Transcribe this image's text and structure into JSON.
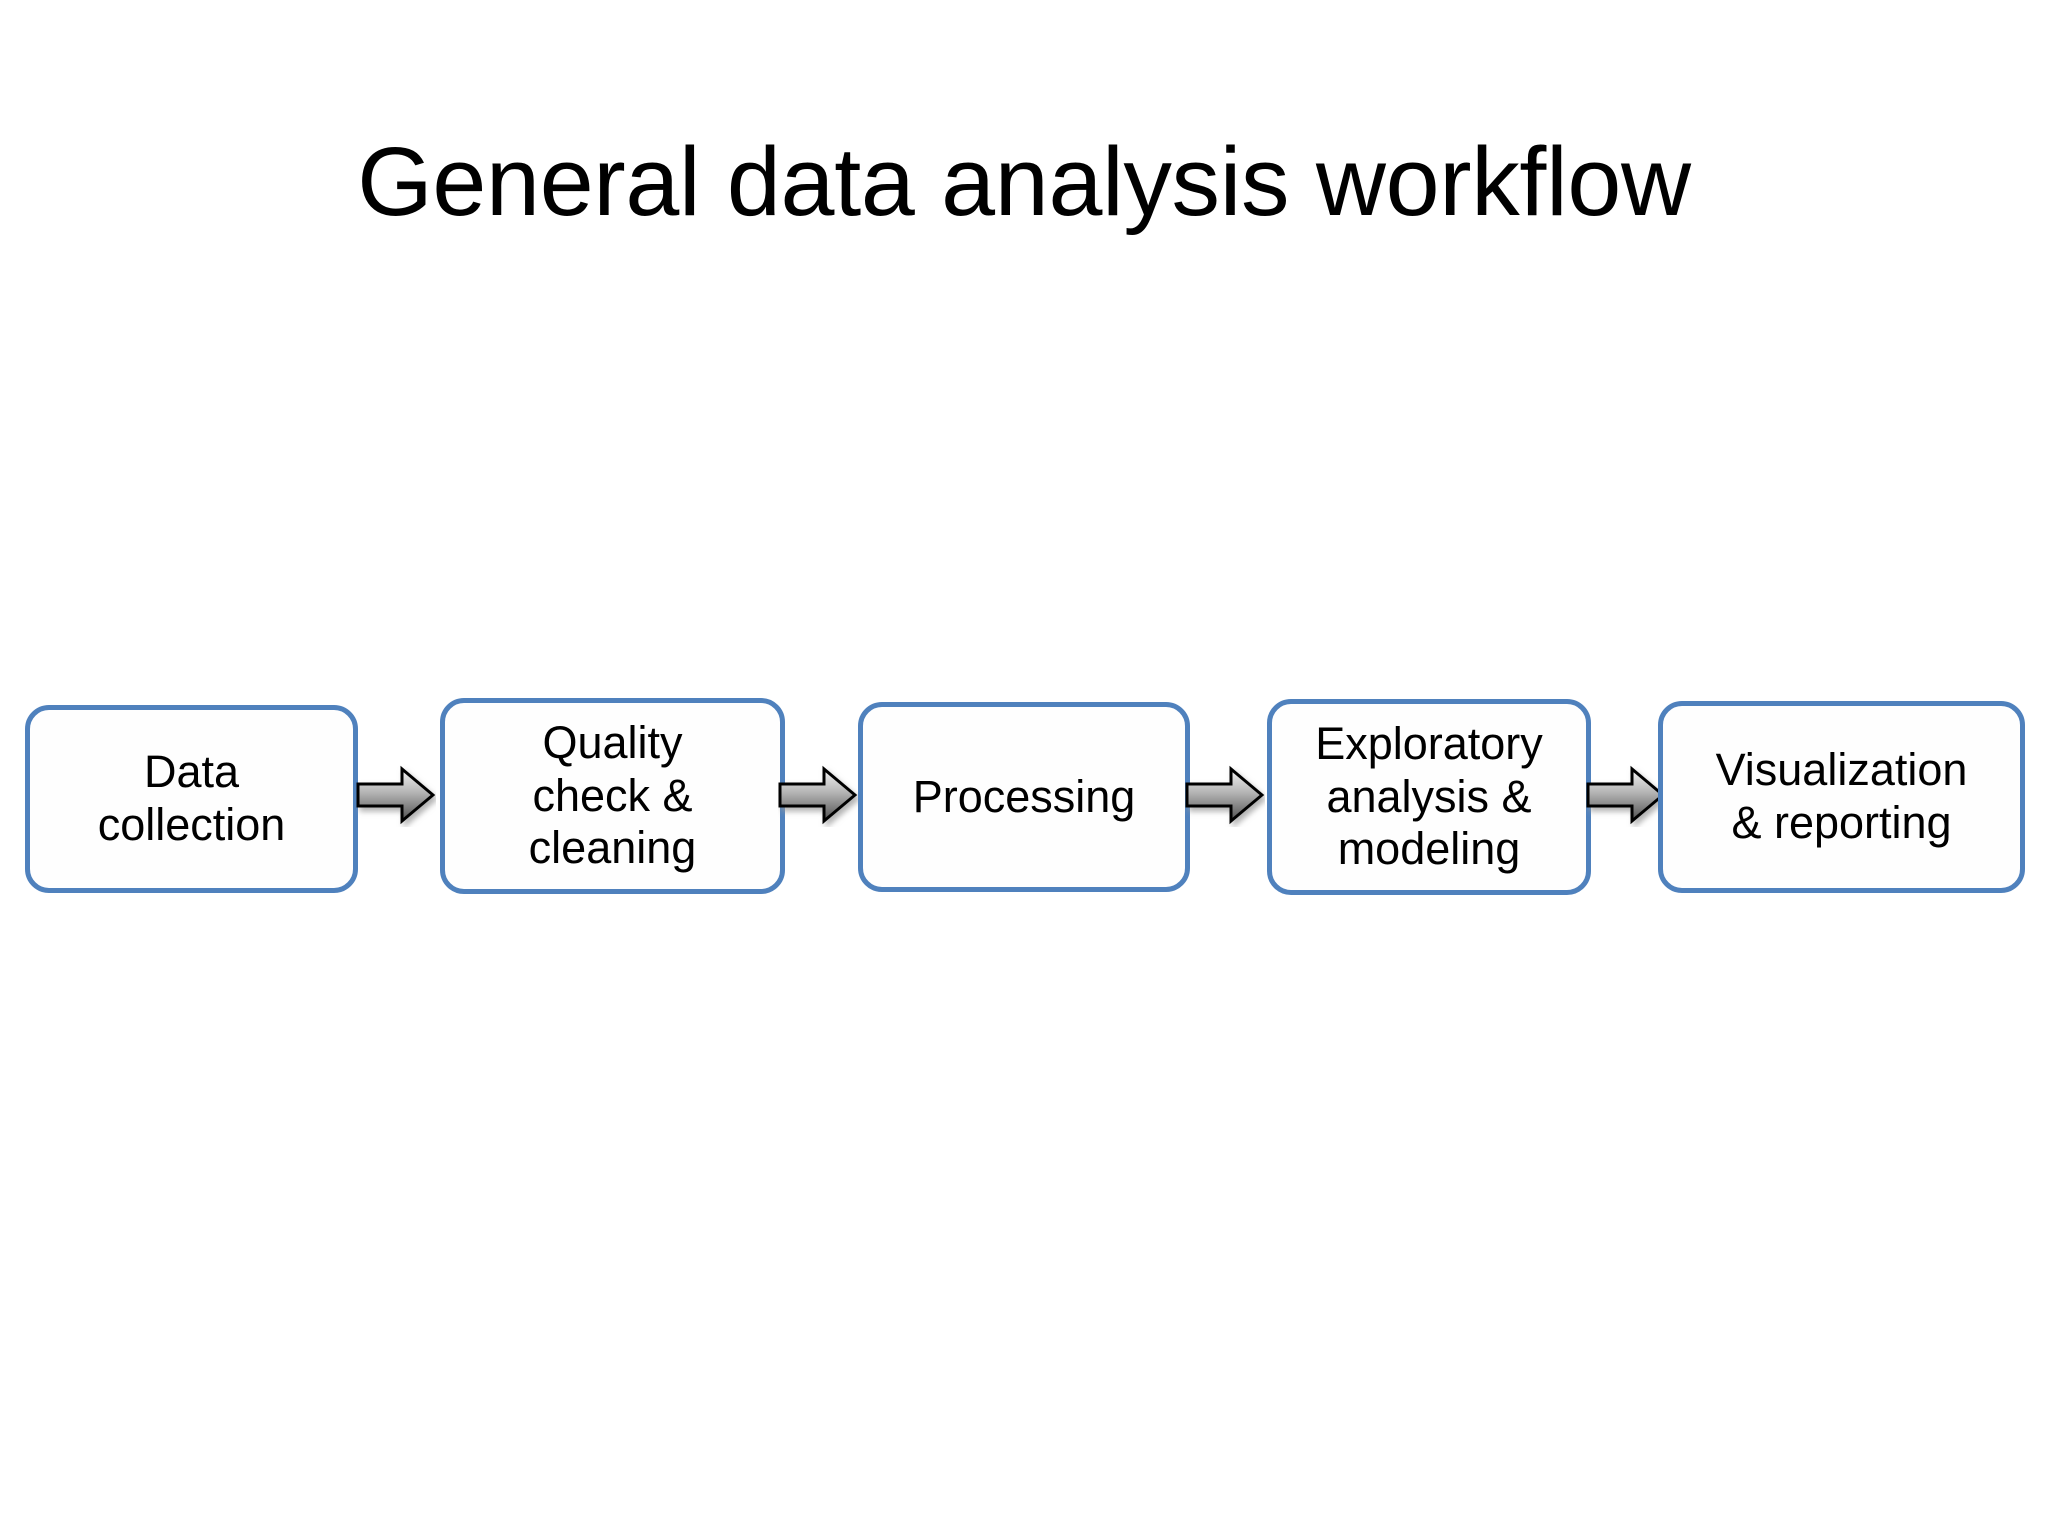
{
  "slide": {
    "title": "General data analysis workflow",
    "background_color": "#ffffff",
    "text_color": "#000000"
  },
  "theme": {
    "node_border_color": "#4f81bd",
    "node_fill_color": "#fefefe",
    "arrow_outline_color": "#000000",
    "arrow_gradient_light": "#eeeeee",
    "arrow_gradient_dark": "#5e5e5e"
  },
  "diagram_data": {
    "type": "flowchart",
    "orientation": "horizontal",
    "title": "General data analysis workflow",
    "nodes": [
      {
        "id": "data-collection",
        "label": "Data\ncollection",
        "lines": [
          "Data",
          "collection"
        ]
      },
      {
        "id": "quality-check",
        "label": "Quality\ncheck &\ncleaning",
        "lines": [
          "Quality",
          "check &",
          "cleaning"
        ]
      },
      {
        "id": "processing",
        "label": "Processing",
        "lines": [
          "Processing"
        ]
      },
      {
        "id": "exploratory",
        "label": "Exploratory\nanalysis &\nmodeling",
        "lines": [
          "Exploratory",
          "analysis &",
          "modeling"
        ]
      },
      {
        "id": "visualization",
        "label": "Visualization\n& reporting",
        "lines": [
          "Visualization",
          "& reporting"
        ]
      }
    ],
    "edges": [
      {
        "from": "data-collection",
        "to": "quality-check",
        "style": "block-arrow",
        "direction": "right"
      },
      {
        "from": "quality-check",
        "to": "processing",
        "style": "block-arrow",
        "direction": "right"
      },
      {
        "from": "processing",
        "to": "exploratory",
        "style": "block-arrow",
        "direction": "right"
      },
      {
        "from": "exploratory",
        "to": "visualization",
        "style": "block-arrow",
        "direction": "right"
      }
    ]
  },
  "nodes": {
    "n1": {
      "line1": "Data",
      "line2": "collection"
    },
    "n2": {
      "line1": "Quality",
      "line2": "check &",
      "line3": "cleaning"
    },
    "n3": {
      "line1": "Processing"
    },
    "n4": {
      "line1": "Exploratory",
      "line2": "analysis &",
      "line3": "modeling"
    },
    "n5": {
      "line1": "Visualization",
      "line2": "& reporting"
    }
  }
}
